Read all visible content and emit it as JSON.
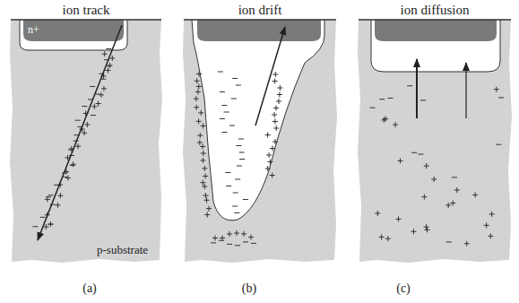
{
  "diagram": {
    "labels": [
      "ion track",
      "ion drift",
      "ion diffusion",
      "n+",
      "p-substrate",
      "(a)",
      "(b)",
      "(c)"
    ]
  }
}
